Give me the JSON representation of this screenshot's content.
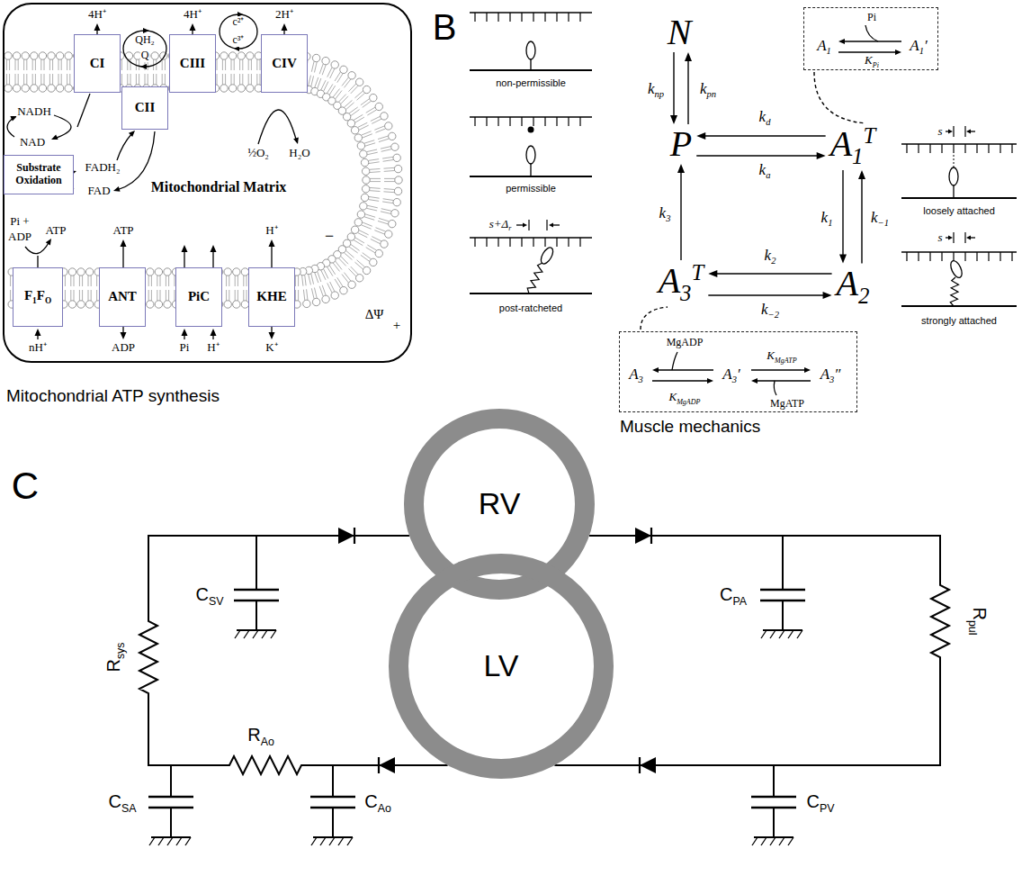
{
  "diagram": {
    "nodes": [
      {
        "text": [
          "Mitochondrial Matrix"
        ]
      },
      {
        "text": [
          "CI"
        ],
        "in": 0
      },
      {
        "text": [
          "CIII"
        ],
        "in": 0
      },
      {
        "text": [
          "CIV"
        ],
        "in": 0
      },
      {
        "text": [
          "CII"
        ],
        "in": 0
      },
      {
        "text": [
          "Substrate Oxidation"
        ],
        "in": 0
      },
      {
        "text": [
          "F1FO"
        ],
        "in": 0
      },
      {
        "text": [
          "ANT"
        ],
        "in": 0
      },
      {
        "text": [
          "PiC"
        ],
        "in": 0
      },
      {
        "text": [
          "KHE"
        ],
        "in": 0
      },
      {
        "text": [
          "N"
        ]
      },
      {
        "text": [
          "Pi",
          "A1",
          "A1′",
          "KPi"
        ]
      },
      {
        "text": [
          "P"
        ]
      },
      {
        "text": [
          "A1T"
        ]
      },
      {
        "text": [
          "A3T"
        ]
      },
      {
        "text": [
          "A2"
        ]
      },
      {
        "text": [
          "MgADP",
          "KMgATP",
          "A3",
          "A3′",
          "A3″",
          "KMgADP",
          "MgATP"
        ]
      },
      {
        "text": [
          "RV"
        ]
      },
      {
        "text": [
          "LV"
        ]
      }
    ],
    "edges": [
      {
        "from": 10,
        "to": 12,
        "arrow": "to",
        "label": "knp"
      },
      {
        "from": 12,
        "to": 10,
        "arrow": "to",
        "label": "kpn"
      },
      {
        "from": 13,
        "to": 12,
        "arrow": "to",
        "label": "kd"
      },
      {
        "from": 12,
        "to": 13,
        "arrow": "to",
        "label": "ka"
      },
      {
        "from": 13,
        "to": 15,
        "arrow": "to",
        "label": "k1"
      },
      {
        "from": 15,
        "to": 13,
        "arrow": "to",
        "label": "k−1"
      },
      {
        "from": 15,
        "to": 14,
        "arrow": "to",
        "label": "k2"
      },
      {
        "from": 14,
        "to": 15,
        "arrow": "to",
        "label": "k−2"
      },
      {
        "from": 14,
        "to": 12,
        "arrow": "to",
        "label": "k3"
      },
      {
        "from": 11,
        "to": 13,
        "arrow": "none"
      },
      {
        "from": 16,
        "to": 14,
        "arrow": "none"
      },
      {
        "from": 17,
        "to": 18,
        "arrow": "none"
      },
      {
        "from": 18,
        "to": 17,
        "arrow": "none"
      }
    ],
    "labels": [
      "4H⁺",
      "4H⁺",
      "c²⁺",
      "c³⁺",
      "2H⁺",
      "QH₂",
      "Q",
      "NADH",
      "NAD",
      "FADH₂",
      "FAD",
      "½O₂",
      "H₂O",
      "Pi +",
      "ADP",
      "ATP",
      "ATP",
      "H⁺",
      "−",
      "ΔΨ",
      "+",
      "nH⁺",
      "ADP",
      "Pi",
      "H⁺",
      "K⁺",
      "Mitochondrial ATP synthesis",
      "B",
      "non-permissible",
      "permissible",
      "s+Δr",
      "post-ratcheted",
      "s",
      "loosely attached",
      "s",
      "strongly attached",
      "Muscle mechanics",
      "C",
      "CSV",
      "CPA",
      "Rsys",
      "Rpul",
      "CSA",
      "RAo",
      "CAo",
      "CPV"
    ]
  }
}
